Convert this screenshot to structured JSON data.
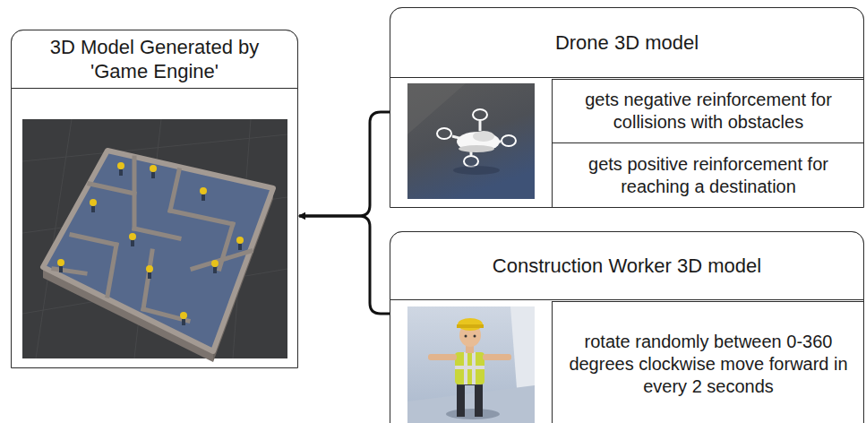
{
  "diagram": {
    "nodes": [
      {
        "text": [
          "3D Model Generated by 'Game Engine'"
        ]
      },
      {
        "text": [
          "Drone 3D model"
        ]
      },
      {
        "text": [
          "gets negative reinforcement for collisions with obstacles"
        ],
        "in": 1
      },
      {
        "text": [
          "gets positive reinforcement for reaching a destination"
        ],
        "in": 1
      },
      {
        "text": [
          "Construction Worker 3D model"
        ]
      },
      {
        "text": [
          "rotate randomly between 0-360 degrees clockwise move forward in every 2 seconds"
        ],
        "in": 4
      }
    ],
    "edges": [
      {
        "from": 1,
        "to": 0,
        "arrow": "to"
      },
      {
        "from": 4,
        "to": 0,
        "arrow": "to"
      }
    ]
  }
}
